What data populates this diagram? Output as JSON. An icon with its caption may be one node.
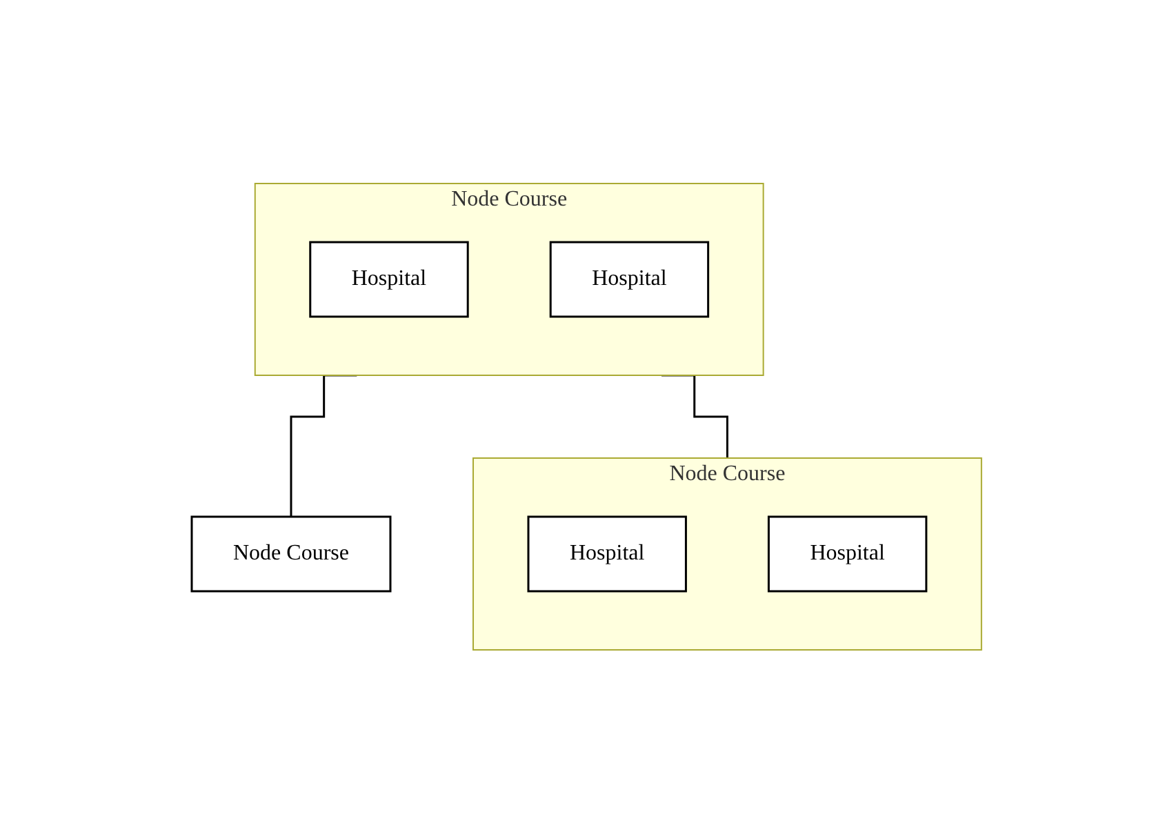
{
  "diagram": {
    "nodes": [
      {
        "text": [
          "Node Course"
        ]
      },
      {
        "text": [
          "Hospital"
        ],
        "in": 0
      },
      {
        "text": [
          "Hospital"
        ],
        "in": 0
      },
      {
        "text": [
          "Node Course"
        ]
      },
      {
        "text": [
          "Node Course"
        ]
      },
      {
        "text": [
          "Hospital"
        ],
        "in": 4
      },
      {
        "text": [
          "Hospital"
        ],
        "in": 4
      }
    ],
    "edges": [
      {
        "from": 0,
        "to": 3,
        "arrow": "none"
      },
      {
        "from": 0,
        "to": 4,
        "arrow": "none"
      }
    ]
  }
}
